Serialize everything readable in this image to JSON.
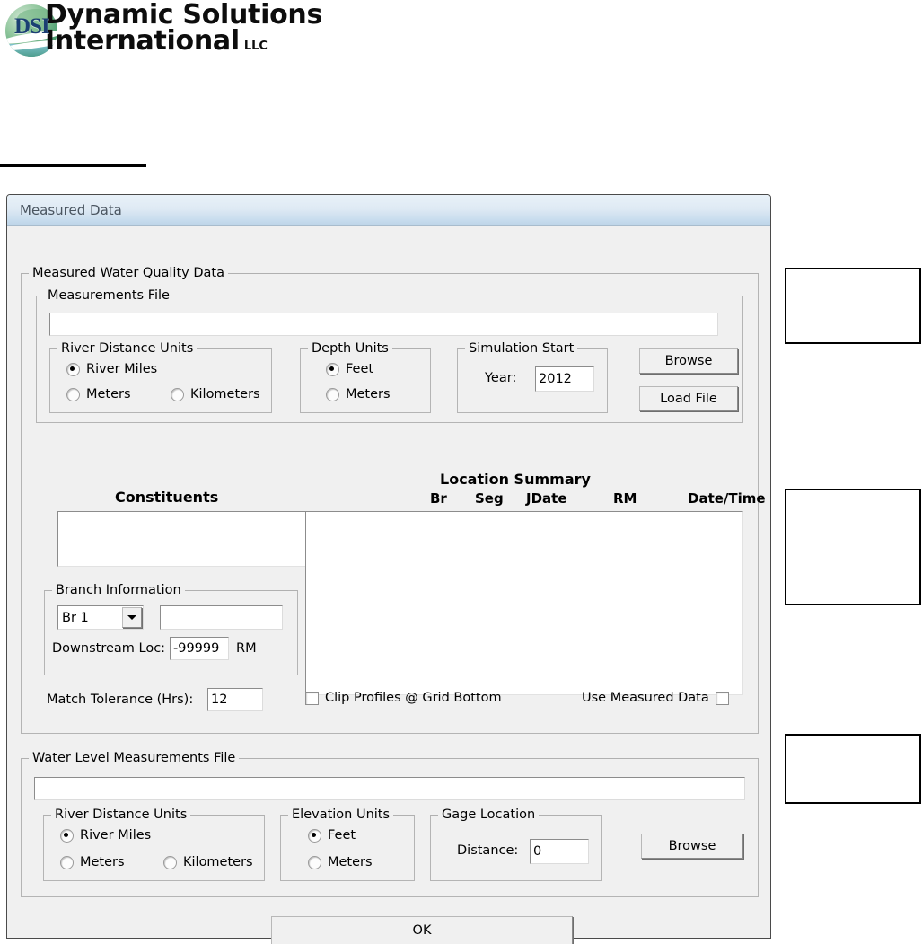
{
  "header": {
    "logo_abbrev": "DSI",
    "company_line1": "Dynamic Solutions",
    "company_line2": "International",
    "company_suffix": "LLC"
  },
  "dialog": {
    "title": "Measured Data",
    "ok_button": "OK"
  },
  "wq_group": {
    "legend": "Measured Water Quality Data",
    "measurements_file": {
      "legend": "Measurements File",
      "path_value": "",
      "path_placeholder": ""
    },
    "river_distance_units": {
      "legend": "River Distance Units",
      "options": [
        {
          "label": "River Miles",
          "selected": true
        },
        {
          "label": "Meters",
          "selected": false
        },
        {
          "label": "Kilometers",
          "selected": false
        }
      ]
    },
    "depth_units": {
      "legend": "Depth Units",
      "options": [
        {
          "label": "Feet",
          "selected": true
        },
        {
          "label": "Meters",
          "selected": false
        }
      ]
    },
    "simulation_start": {
      "legend": "Simulation Start",
      "year_label": "Year:",
      "year_value": "2012"
    },
    "browse_button": "Browse",
    "load_file_button": "Load File",
    "constituents": {
      "header": "Constituents",
      "items": []
    },
    "location_summary": {
      "title": "Location Summary",
      "columns": [
        "Br",
        "Seg",
        "JDate",
        "RM",
        "Date/Time"
      ],
      "rows": []
    },
    "branch_information": {
      "legend": "Branch Information",
      "branch_selected": "Br 1",
      "branch_options": [
        "Br 1"
      ],
      "branch_name_value": "",
      "downstream_label": "Downstream Loc:",
      "downstream_value": "-99999",
      "downstream_units": "RM"
    },
    "match_tolerance": {
      "label": "Match Tolerance (Hrs):",
      "value": "12"
    },
    "clip_profiles": {
      "label": "Clip Profiles @ Grid Bottom",
      "checked": false
    },
    "use_measured_data": {
      "label": "Use Measured Data",
      "checked": false
    }
  },
  "wl_group": {
    "legend": "Water Level Measurements File",
    "path_value": "",
    "path_placeholder": "",
    "river_distance_units": {
      "legend": "River Distance Units",
      "options": [
        {
          "label": "River Miles",
          "selected": true
        },
        {
          "label": "Meters",
          "selected": false
        },
        {
          "label": "Kilometers",
          "selected": false
        }
      ]
    },
    "elevation_units": {
      "legend": "Elevation Units",
      "options": [
        {
          "label": "Feet",
          "selected": true
        },
        {
          "label": "Meters",
          "selected": false
        }
      ]
    },
    "gage_location": {
      "legend": "Gage Location",
      "distance_label": "Distance:",
      "distance_value": "0"
    },
    "browse_button": "Browse"
  },
  "colors": {
    "dialog_face": "#f0f0f0",
    "titlebar_top": "#e8f1f8",
    "titlebar_bottom": "#bcd4e8",
    "title_text": "#4a5560",
    "logo_navy": "#1b3f73",
    "logo_green": "#4f9e72"
  }
}
